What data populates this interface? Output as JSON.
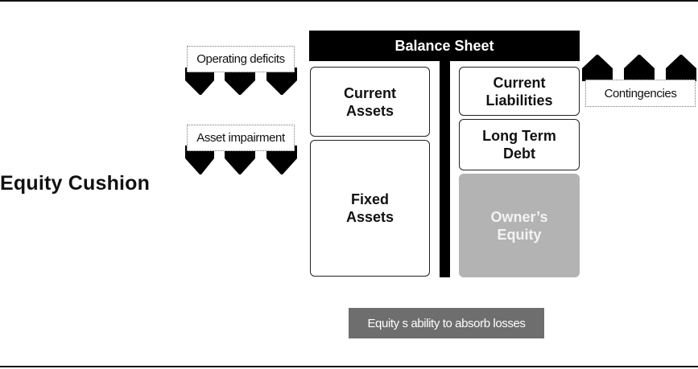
{
  "heading": "Equity Cushion",
  "balance_sheet": {
    "title": "Balance Sheet",
    "assets": [
      {
        "label": "Current\nAssets"
      },
      {
        "label": "Fixed\nAssets"
      }
    ],
    "liabilities": [
      {
        "label": "Current\nLiabilities"
      },
      {
        "label": "Long Term\nDebt"
      },
      {
        "label": "Owner’s\nEquity"
      }
    ]
  },
  "pressures": {
    "operating_deficits": "Operating deficits",
    "asset_impairment": "Asset impairment",
    "contingencies": "Contingencies"
  },
  "footer_label": "Equity s ability to absorb losses",
  "colors": {
    "header_bg": "#000000",
    "equity_fill": "#b3b3b3",
    "footer_bg": "#6e6e6e"
  }
}
